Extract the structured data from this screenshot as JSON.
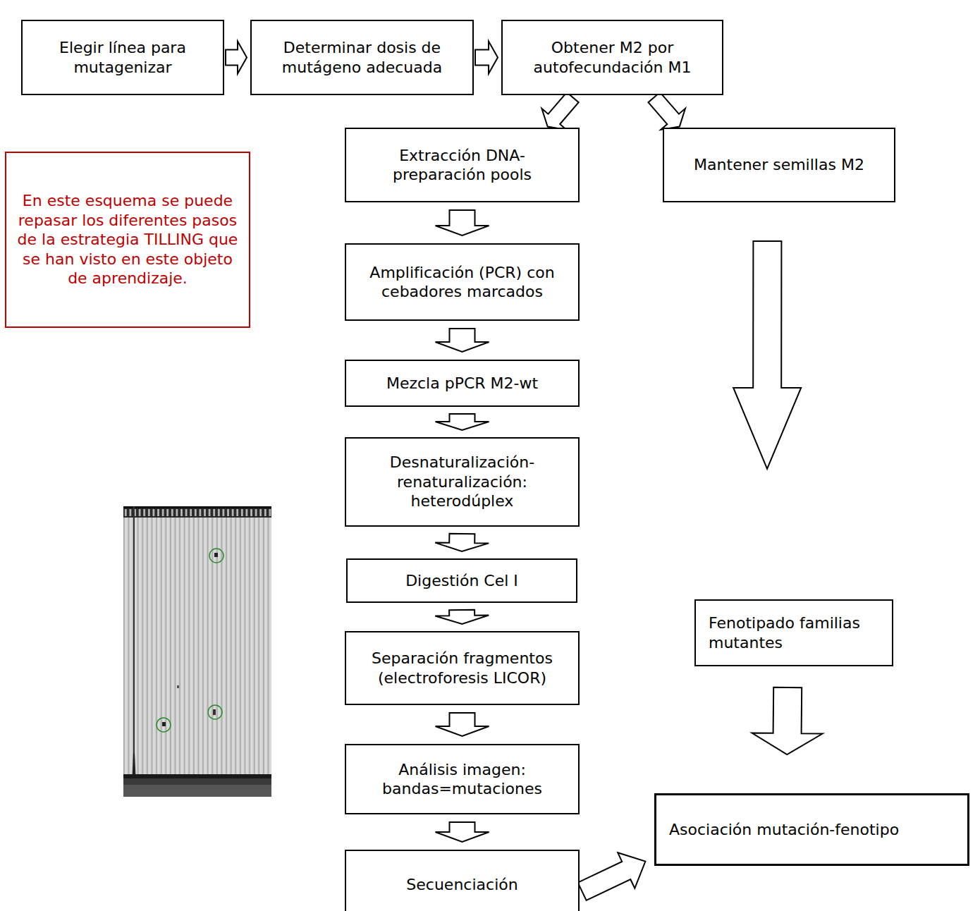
{
  "diagram": {
    "nodes": [
      {
        "text": [
          "Elegir línea para mutagenizar"
        ]
      },
      {
        "text": [
          "Determinar dosis de mutágeno adecuada"
        ]
      },
      {
        "text": [
          "Obtener M2 por autofecundación M1"
        ]
      },
      {
        "text": [
          "Extracción DNA- preparación pools"
        ]
      },
      {
        "text": [
          "Mantener semillas M2"
        ]
      },
      {
        "text": [
          "En este esquema se puede repasar los diferentes pasos de la estrategia TILLING que se han visto en este objeto de aprendizaje."
        ]
      },
      {
        "text": [
          "Amplificación (PCR) con cebadores marcados"
        ]
      },
      {
        "text": [
          "Mezcla pPCR M2-wt"
        ]
      },
      {
        "text": [
          "Desnaturalización- renaturalización: heterodúplex"
        ]
      },
      {
        "text": [
          "Digestión Cel I"
        ]
      },
      {
        "text": [
          "Fenotipado familias mutantes"
        ]
      },
      {
        "text": [
          "Separación fragmentos (electroforesis LICOR)"
        ]
      },
      {
        "text": [
          "Análisis imagen: bandas=mutaciones"
        ]
      },
      {
        "text": [
          "Asociación mutación-fenotipo"
        ]
      },
      {
        "text": [
          "Secuenciación"
        ]
      }
    ],
    "edges": [
      {
        "from": 0,
        "to": 1,
        "arrow": "to"
      },
      {
        "from": 1,
        "to": 2,
        "arrow": "to"
      },
      {
        "from": 2,
        "to": 3,
        "arrow": "to"
      },
      {
        "from": 2,
        "to": 4,
        "arrow": "to"
      },
      {
        "from": 3,
        "to": 6,
        "arrow": "to"
      },
      {
        "from": 6,
        "to": 7,
        "arrow": "to"
      },
      {
        "from": 7,
        "to": 8,
        "arrow": "to"
      },
      {
        "from": 8,
        "to": 9,
        "arrow": "to"
      },
      {
        "from": 9,
        "to": 11,
        "arrow": "to"
      },
      {
        "from": 11,
        "to": 12,
        "arrow": "to"
      },
      {
        "from": 12,
        "to": 14,
        "arrow": "to"
      },
      {
        "from": 4,
        "to": 10,
        "arrow": "to"
      },
      {
        "from": 10,
        "to": 13,
        "arrow": "to"
      },
      {
        "from": 14,
        "to": 13,
        "arrow": "to"
      }
    ]
  }
}
